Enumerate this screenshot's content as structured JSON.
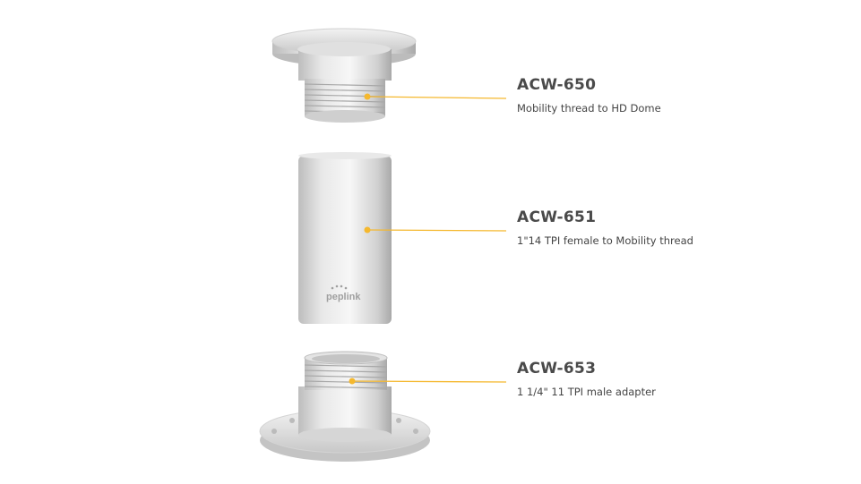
{
  "parts": [
    {
      "model": "ACW-650",
      "description": "Mobility thread to HD Dome"
    },
    {
      "model": "ACW-651",
      "description": "1\"14 TPI female to Mobility thread"
    },
    {
      "model": "ACW-653",
      "description": "1 1/4\" 11 TPI male adapter"
    }
  ],
  "logo_text": "peplink",
  "colors": {
    "callout": "#f5b82e",
    "text": "#4a4a4a",
    "metal": "#d9d9d9"
  }
}
